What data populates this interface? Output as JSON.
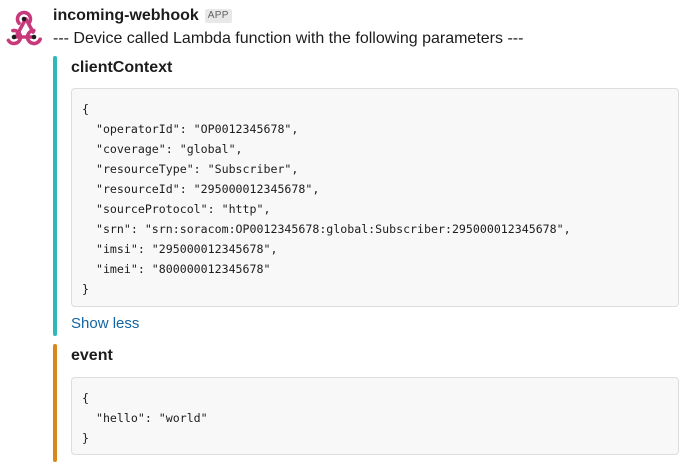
{
  "message": {
    "sender": "incoming-webhook",
    "badge": "APP",
    "intro_text": "--- Device called Lambda function with the following parameters ---",
    "avatar_icon": "webhook-icon",
    "avatar_color": "#c7397a"
  },
  "attachments": [
    {
      "title": "clientContext",
      "bar_color": "#2eb8b8",
      "code_lines": [
        "{",
        "  \"operatorId\": \"OP0012345678\",",
        "  \"coverage\": \"global\",",
        "  \"resourceType\": \"Subscriber\",",
        "  \"resourceId\": \"295000012345678\",",
        "  \"sourceProtocol\": \"http\",",
        "  \"srn\": \"srn:soracom:OP0012345678:global:Subscriber:295000012345678\",",
        "  \"imsi\": \"295000012345678\",",
        "  \"imei\": \"800000012345678\"",
        "}"
      ],
      "toggle_label": "Show less"
    },
    {
      "title": "event",
      "bar_color": "#d9861b",
      "code_lines": [
        "{",
        "  \"hello\": \"world\"",
        "}"
      ]
    }
  ]
}
